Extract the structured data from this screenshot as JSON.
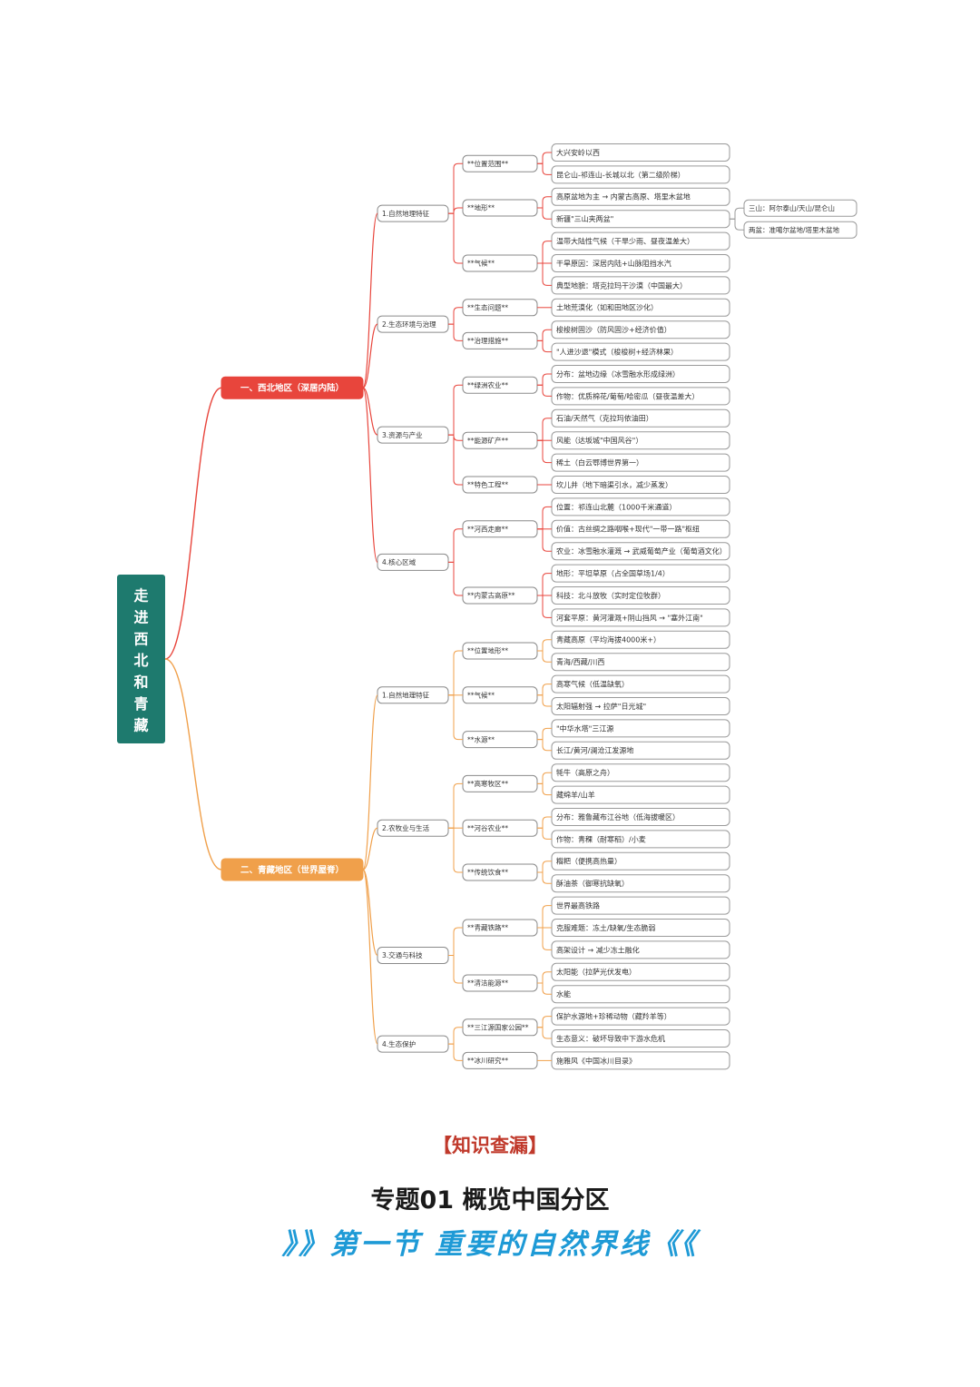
{
  "root": {
    "label": "走进西北和青藏",
    "color": "#1e7a6e"
  },
  "colors": {
    "northwest": "#e8453c",
    "qingzang": "#f0a04b",
    "leaf_border": "#9a9a9a",
    "text": "#333333"
  },
  "regions": [
    {
      "label": "一、西北地区（深居内陆）",
      "topics": [
        {
          "label": "1.自然地理特征",
          "subs": [
            {
              "label": "**位置范围**",
              "leaves": [
                {
                  "label": "大兴安岭以西"
                },
                {
                  "label": "昆仑山-祁连山-长城以北（第二级阶梯）"
                }
              ]
            },
            {
              "label": "**地形**",
              "leaves": [
                {
                  "label": "高原盆地为主 → 内蒙古高原、塔里木盆地"
                },
                {
                  "label": "新疆\"三山夹两盆\"",
                  "leaves": [
                    {
                      "label": "三山：阿尔泰山/天山/昆仑山"
                    },
                    {
                      "label": "两盆：准噶尔盆地/塔里木盆地"
                    }
                  ]
                }
              ]
            },
            {
              "label": "**气候**",
              "leaves": [
                {
                  "label": "温带大陆性气候（干旱少雨、昼夜温差大）"
                },
                {
                  "label": "干旱原因：深居内陆+山脉阻挡水汽"
                },
                {
                  "label": "典型地貌：塔克拉玛干沙漠（中国最大）"
                }
              ]
            }
          ]
        },
        {
          "label": "2.生态环境与治理",
          "subs": [
            {
              "label": "**生态问题**",
              "leaves": [
                {
                  "label": "土地荒漠化（如和田地区沙化）"
                }
              ]
            },
            {
              "label": "**治理措施**",
              "leaves": [
                {
                  "label": "梭梭树固沙（防风固沙+经济价值）"
                },
                {
                  "label": "\"人进沙退\"模式（梭梭树+经济林果）"
                }
              ]
            }
          ]
        },
        {
          "label": "3.资源与产业",
          "subs": [
            {
              "label": "**绿洲农业**",
              "leaves": [
                {
                  "label": "分布：盆地边缘（冰雪融水形成绿洲）"
                },
                {
                  "label": "作物：优质棉花/葡萄/哈密瓜（昼夜温差大）"
                }
              ]
            },
            {
              "label": "**能源矿产**",
              "leaves": [
                {
                  "label": "石油/天然气（克拉玛依油田）"
                },
                {
                  "label": "风能（达坂城\"中国风谷\"）"
                },
                {
                  "label": "稀土（白云鄂博世界第一）"
                }
              ]
            },
            {
              "label": "**特色工程**",
              "leaves": [
                {
                  "label": "坎儿井（地下暗渠引水，减少蒸发）"
                }
              ]
            }
          ]
        },
        {
          "label": "4.核心区域",
          "subs": [
            {
              "label": "**河西走廊**",
              "leaves": [
                {
                  "label": "位置：祁连山北麓（1000千米通道）"
                },
                {
                  "label": "价值：古丝绸之路咽喉+现代\"一带一路\"枢纽"
                },
                {
                  "label": "农业：冰雪融水灌溉 → 武威葡萄产业（葡萄酒文化）"
                }
              ]
            },
            {
              "label": "**内蒙古高原**",
              "leaves": [
                {
                  "label": "地形：平坦草原（占全国草场1/4）"
                },
                {
                  "label": "科技：北斗放牧（实时定位牧群）"
                },
                {
                  "label": "河套平原：黄河灌溉+阴山挡风 → \"塞外江南\""
                }
              ]
            }
          ]
        }
      ]
    },
    {
      "label": "二、青藏地区（世界屋脊）",
      "topics": [
        {
          "label": "1.自然地理特征",
          "subs": [
            {
              "label": "**位置地形**",
              "leaves": [
                {
                  "label": "青藏高原（平均海拔4000米+）"
                },
                {
                  "label": "青海/西藏/川西"
                }
              ]
            },
            {
              "label": "**气候**",
              "leaves": [
                {
                  "label": "高寒气候（低温缺氧）"
                },
                {
                  "label": "太阳辐射强 → 拉萨\"日光城\""
                }
              ]
            },
            {
              "label": "**水源**",
              "leaves": [
                {
                  "label": "\"中华水塔\"三江源"
                },
                {
                  "label": "长江/黄河/澜沧江发源地"
                }
              ]
            }
          ]
        },
        {
          "label": "2.农牧业与生活",
          "subs": [
            {
              "label": "**高寒牧区**",
              "leaves": [
                {
                  "label": "牦牛（高原之舟）"
                },
                {
                  "label": "藏绵羊/山羊"
                }
              ]
            },
            {
              "label": "**河谷农业**",
              "leaves": [
                {
                  "label": "分布：雅鲁藏布江谷地（低海拔暖区）"
                },
                {
                  "label": "作物：青稞（耐寒稻）/小麦"
                }
              ]
            },
            {
              "label": "**传统饮食**",
              "leaves": [
                {
                  "label": "糌粑（便携高热量）"
                },
                {
                  "label": "酥油茶（御寒抗缺氧）"
                }
              ]
            }
          ]
        },
        {
          "label": "3.交通与科技",
          "subs": [
            {
              "label": "**青藏铁路**",
              "leaves": [
                {
                  "label": "世界最高铁路"
                },
                {
                  "label": "克服难题：冻土/缺氧/生态脆弱"
                },
                {
                  "label": "高架设计 → 减少冻土融化"
                }
              ]
            },
            {
              "label": "**清洁能源**",
              "leaves": [
                {
                  "label": "太阳能（拉萨光伏发电）"
                },
                {
                  "label": "水能"
                }
              ]
            }
          ]
        },
        {
          "label": "4.生态保护",
          "subs": [
            {
              "label": "**三江源国家公园**",
              "leaves": [
                {
                  "label": "保护水源地+珍稀动物（藏羚羊等）"
                },
                {
                  "label": "生态意义：破坏导致中下游水危机"
                }
              ]
            },
            {
              "label": "**冰川研究**",
              "leaves": [
                {
                  "label": "施雅风《中国冰川目录》"
                }
              ]
            }
          ]
        }
      ]
    }
  ],
  "headings": {
    "knowledge": "【知识查漏】",
    "topic": "专题01    概览中国分区",
    "section": "》》第一节 重要的自然界线《《"
  }
}
